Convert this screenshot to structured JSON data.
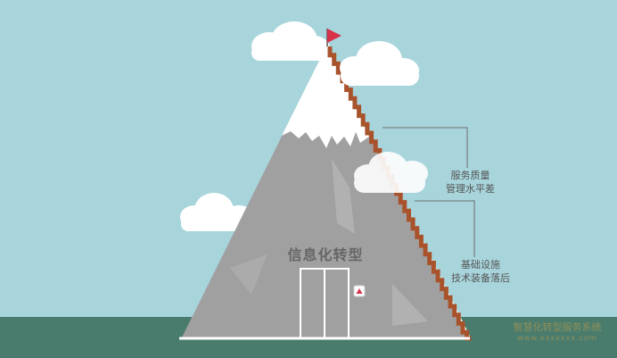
{
  "diagram": {
    "labels": {
      "service_gap": [
        "服务质量",
        "管理水平差"
      ],
      "infrastructure_gap": [
        "基础设施",
        "技术装备落后"
      ],
      "mountain_title": "信息化转型"
    },
    "watermark": {
      "line1": "智慧化转型服务系统",
      "line2": "www.xxxxxxx.com"
    },
    "colors": {
      "sky": "#a8d5dc",
      "ground": "#4a7c6d",
      "mountain": "#a0a0a0",
      "snow": "#ffffff",
      "stairs": "#a8532b",
      "flag": "#d8324a",
      "cloud": "#ffffff",
      "callout_line": "#6b6b6b"
    }
  }
}
